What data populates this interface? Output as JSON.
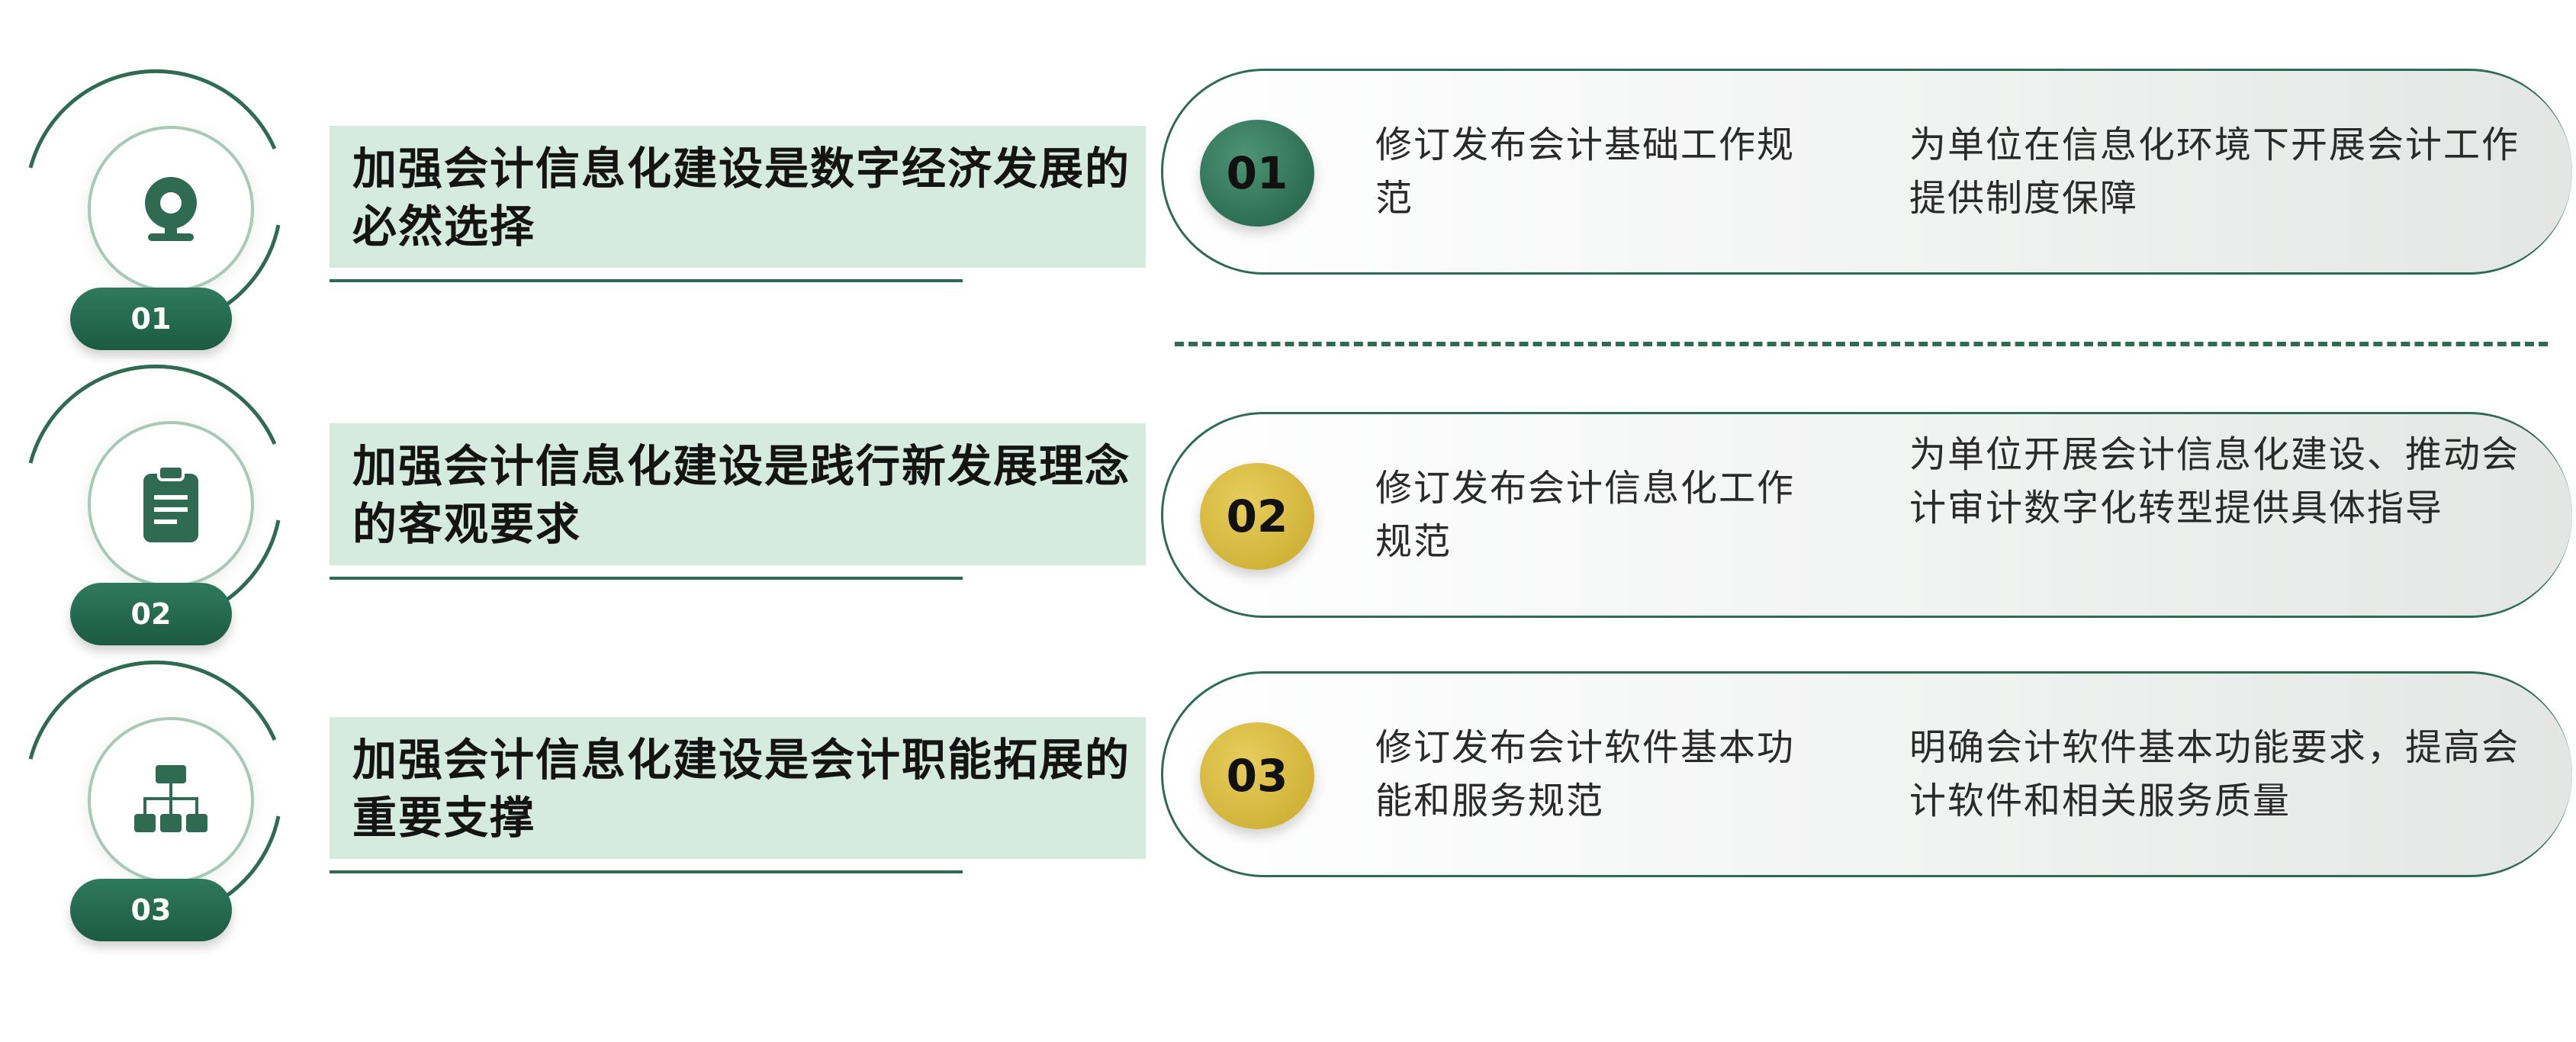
{
  "colors": {
    "primary_green": "#2f6a52",
    "heading_bg": "#d6ebe0",
    "badge_green": "#2f7a5e",
    "badge_gold": "#d4b640"
  },
  "items": [
    {
      "number": "01",
      "icon": "webcam-icon",
      "heading": "加强会计信息化建设是数字经济发展的必然选择",
      "action": "修订发布会计基础工作规范",
      "result": "为单位在信息化环境下开展会计工作提供制度保障",
      "badge_color": "green"
    },
    {
      "number": "02",
      "icon": "clipboard-icon",
      "heading": "加强会计信息化建设是践行新发展理念的客观要求",
      "action": "修订发布会计信息化工作规范",
      "result": "为单位开展会计信息化建设、推动会计审计数字化转型提供具体指导",
      "badge_color": "gold"
    },
    {
      "number": "03",
      "icon": "hierarchy-icon",
      "heading": "加强会计信息化建设是会计职能拓展的重要支撑",
      "action": "修订发布会计软件基本功能和服务规范",
      "result": "明确会计软件基本功能要求，提高会计软件和相关服务质量",
      "badge_color": "gold"
    }
  ]
}
